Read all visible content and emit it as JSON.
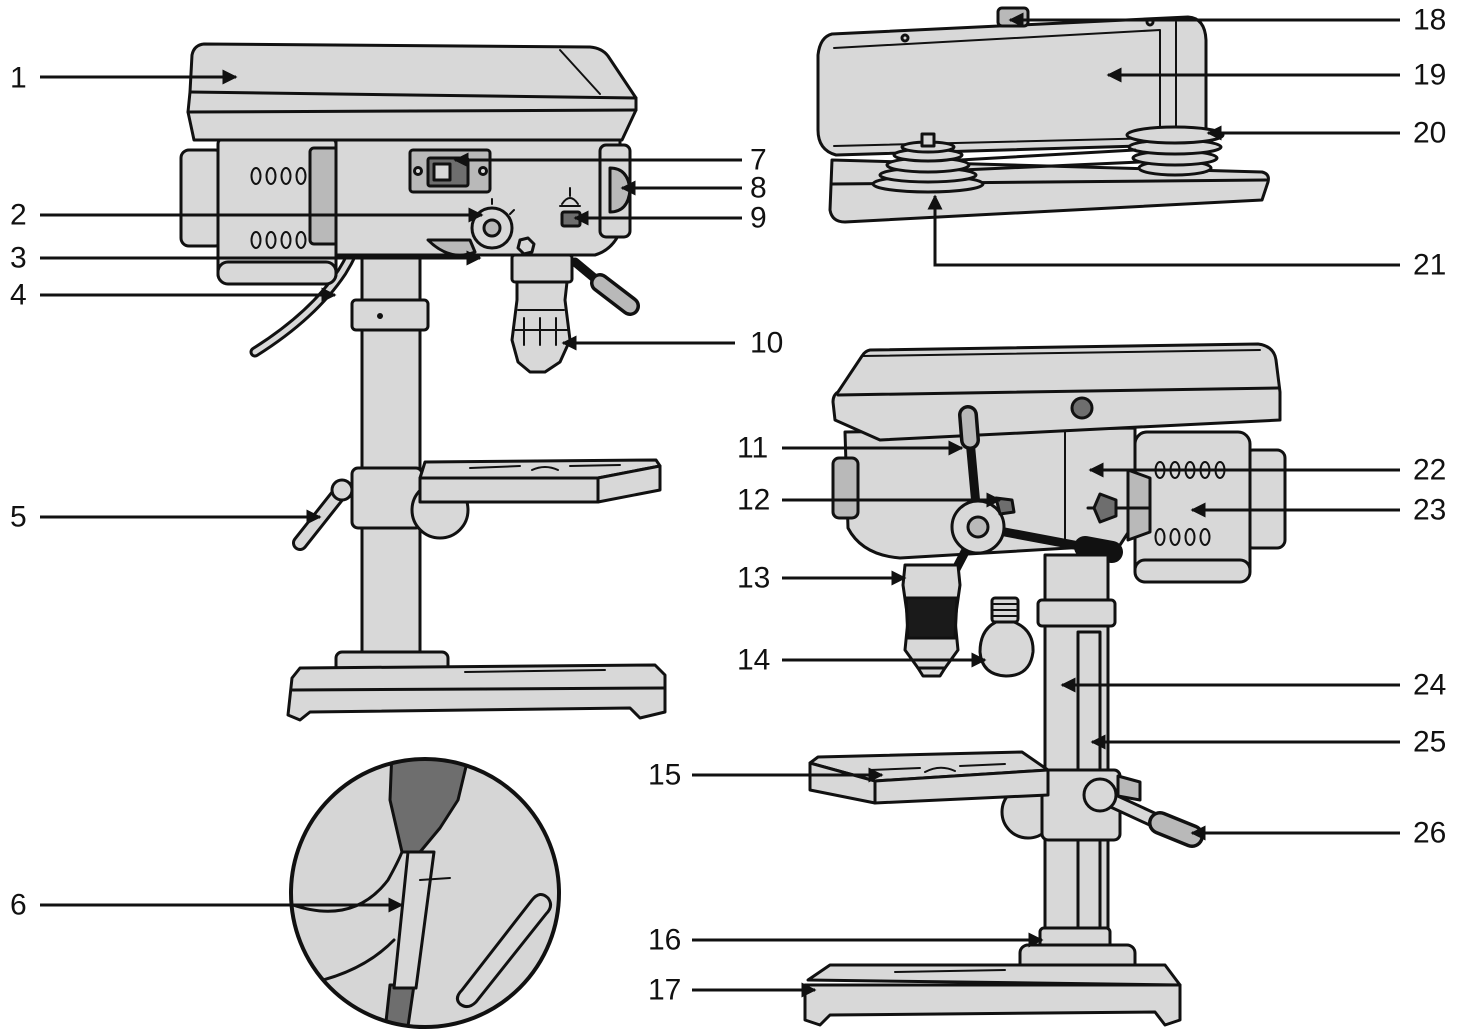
{
  "callout_labels": [
    "1",
    "2",
    "3",
    "4",
    "5",
    "6",
    "7",
    "8",
    "9",
    "10",
    "11",
    "12",
    "13",
    "14",
    "15",
    "16",
    "17",
    "18",
    "19",
    "20",
    "21",
    "22",
    "23",
    "24",
    "25",
    "26"
  ]
}
